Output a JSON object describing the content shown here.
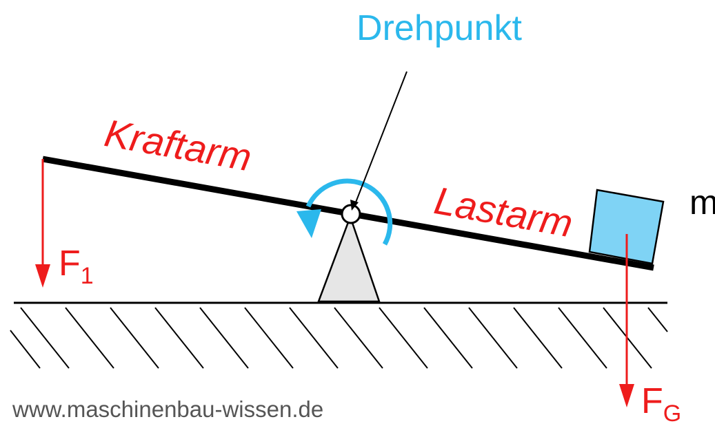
{
  "labels": {
    "pivot": "Drehpunkt",
    "effort_arm": "Kraftarm",
    "load_arm": "Lastarm",
    "mass": "m",
    "force_1_main": "F",
    "force_1_sub": "1",
    "force_g_main": "F",
    "force_g_sub": "G",
    "watermark": "www.maschinenbau-wissen.de"
  },
  "colors": {
    "pivot_label": "#2bb8ec",
    "arm_labels": "#ee1c1c",
    "force_arrows": "#ee1c1c",
    "rotation_arrow": "#2bb8ec",
    "mass_fill": "#7fd3f5",
    "support_fill": "#e6e6e6",
    "watermark": "#555555",
    "lines": "#000000"
  }
}
